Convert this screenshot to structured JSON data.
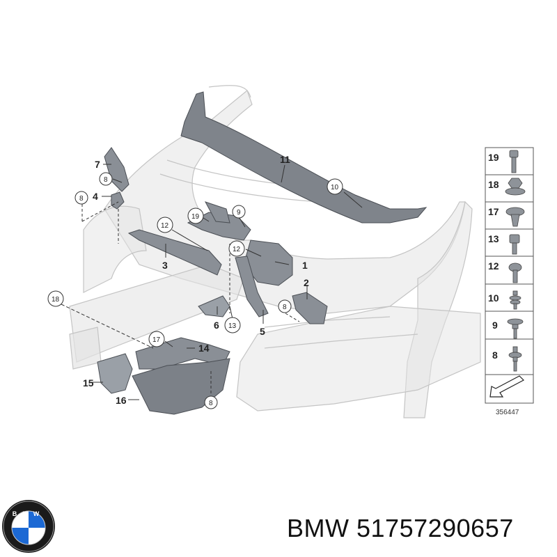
{
  "callouts": {
    "c1": "1",
    "c2": "2",
    "c3": "3",
    "c4": "4",
    "c5": "5",
    "c6": "6",
    "c7": "7",
    "c8a": "8",
    "c8b": "8",
    "c8c": "8",
    "c8d": "8",
    "c9": "9",
    "c10": "10",
    "c11": "11",
    "c12a": "12",
    "c12b": "12",
    "c13": "13",
    "c14": "14",
    "c15": "15",
    "c16": "16",
    "c17": "17",
    "c18": "18",
    "c19": "19"
  },
  "legend": {
    "items": [
      "19",
      "18",
      "17",
      "13",
      "12",
      "10",
      "9",
      "8"
    ]
  },
  "drawing_number": "356447",
  "caption": {
    "brand": "BMW",
    "part_number": "51757290657"
  },
  "logo": {
    "letters": "BMW",
    "colors": {
      "ring": "#1a1a1a",
      "blue": "#1c69d4",
      "white": "#ffffff"
    }
  }
}
